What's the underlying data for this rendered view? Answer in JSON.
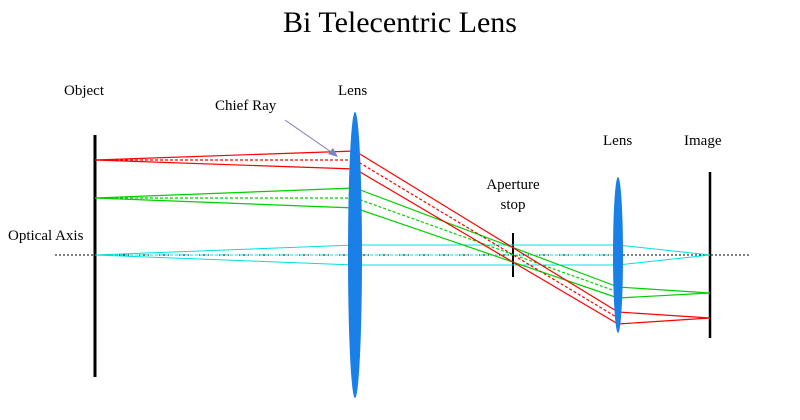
{
  "title": "Bi Telecentric Lens",
  "labels": {
    "object": "Object",
    "chief_ray": "Chief Ray",
    "lens1": "Lens",
    "lens2": "Lens",
    "image": "Image",
    "aperture_line1": "Aperture",
    "aperture_line2": "stop",
    "optical_axis": "Optical Axis"
  },
  "colors": {
    "red_rays": "#ff0000",
    "green_rays": "#00d000",
    "cyan_rays": "#00e0e0",
    "lens_fill": "#1a7fe6",
    "annotation_arrow": "#8080c0",
    "planes": "#000000"
  }
}
